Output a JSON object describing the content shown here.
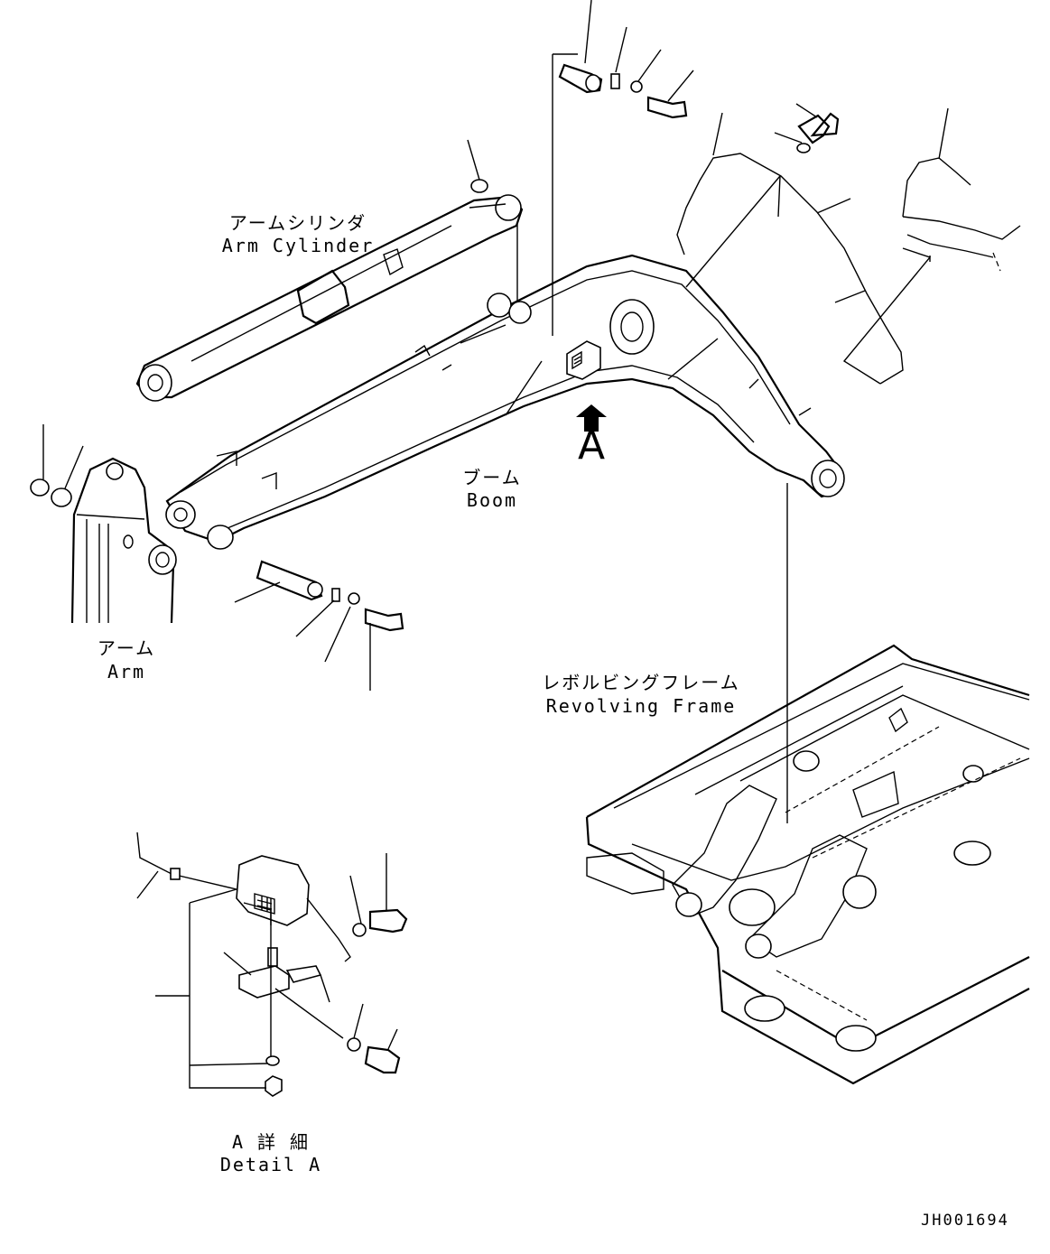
{
  "labels": {
    "arm_cylinder_jp": "アームシリンダ",
    "arm_cylinder_en": "Arm Cylinder",
    "boom_jp": "ブーム",
    "boom_en": "Boom",
    "arm_jp": "アーム",
    "arm_en": "Arm",
    "revolving_frame_jp": "レボルビングフレーム",
    "revolving_frame_en": "Revolving Frame",
    "view_marker": "A",
    "detail_jp": "A 詳 細",
    "detail_en": "Detail A"
  },
  "drawing_number": "JH001694"
}
